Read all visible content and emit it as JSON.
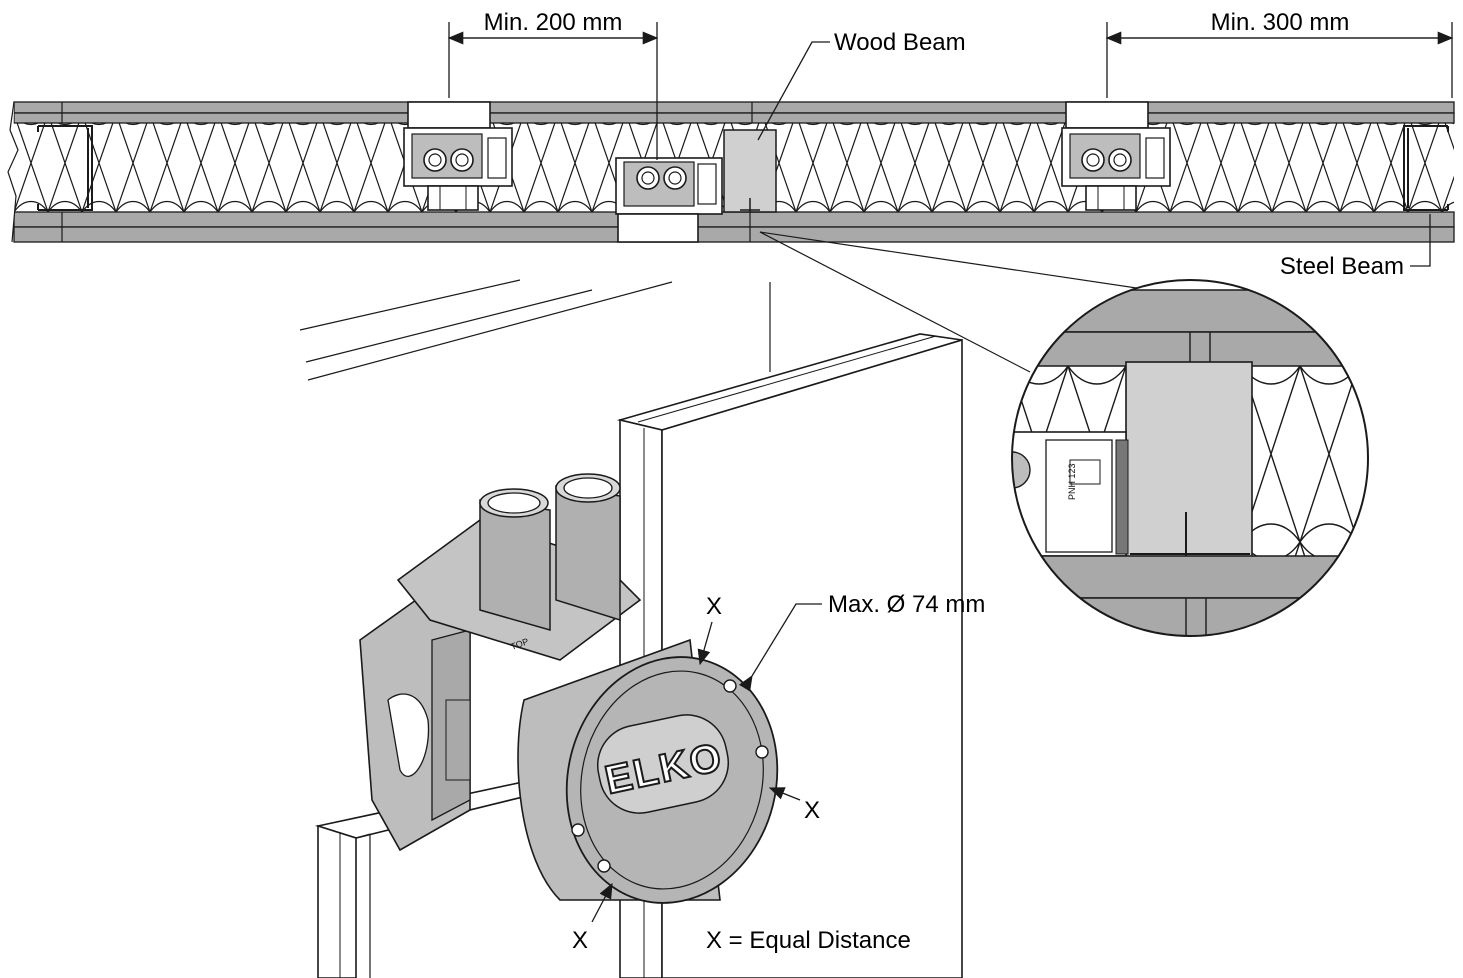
{
  "dimensions": {
    "min_small": "Min. 200 mm",
    "min_large": "Min. 300 mm"
  },
  "callouts": {
    "wood_beam": "Wood Beam",
    "steel_beam": "Steel Beam",
    "max_diameter": "Max. Ø 74 mm"
  },
  "markers": {
    "x_top": "X",
    "x_right": "X",
    "x_bottom": "X"
  },
  "legend": {
    "equal_distance": "X = Equal Distance"
  },
  "product": {
    "logo": "ELKO",
    "top_marking": "TOP"
  },
  "colors": {
    "board": "#a9a9a9",
    "insulation": "#ffffff",
    "beam_fill": "#d0d0d0",
    "box_fill": "#bdbdbd",
    "line": "#1a1a1a"
  }
}
